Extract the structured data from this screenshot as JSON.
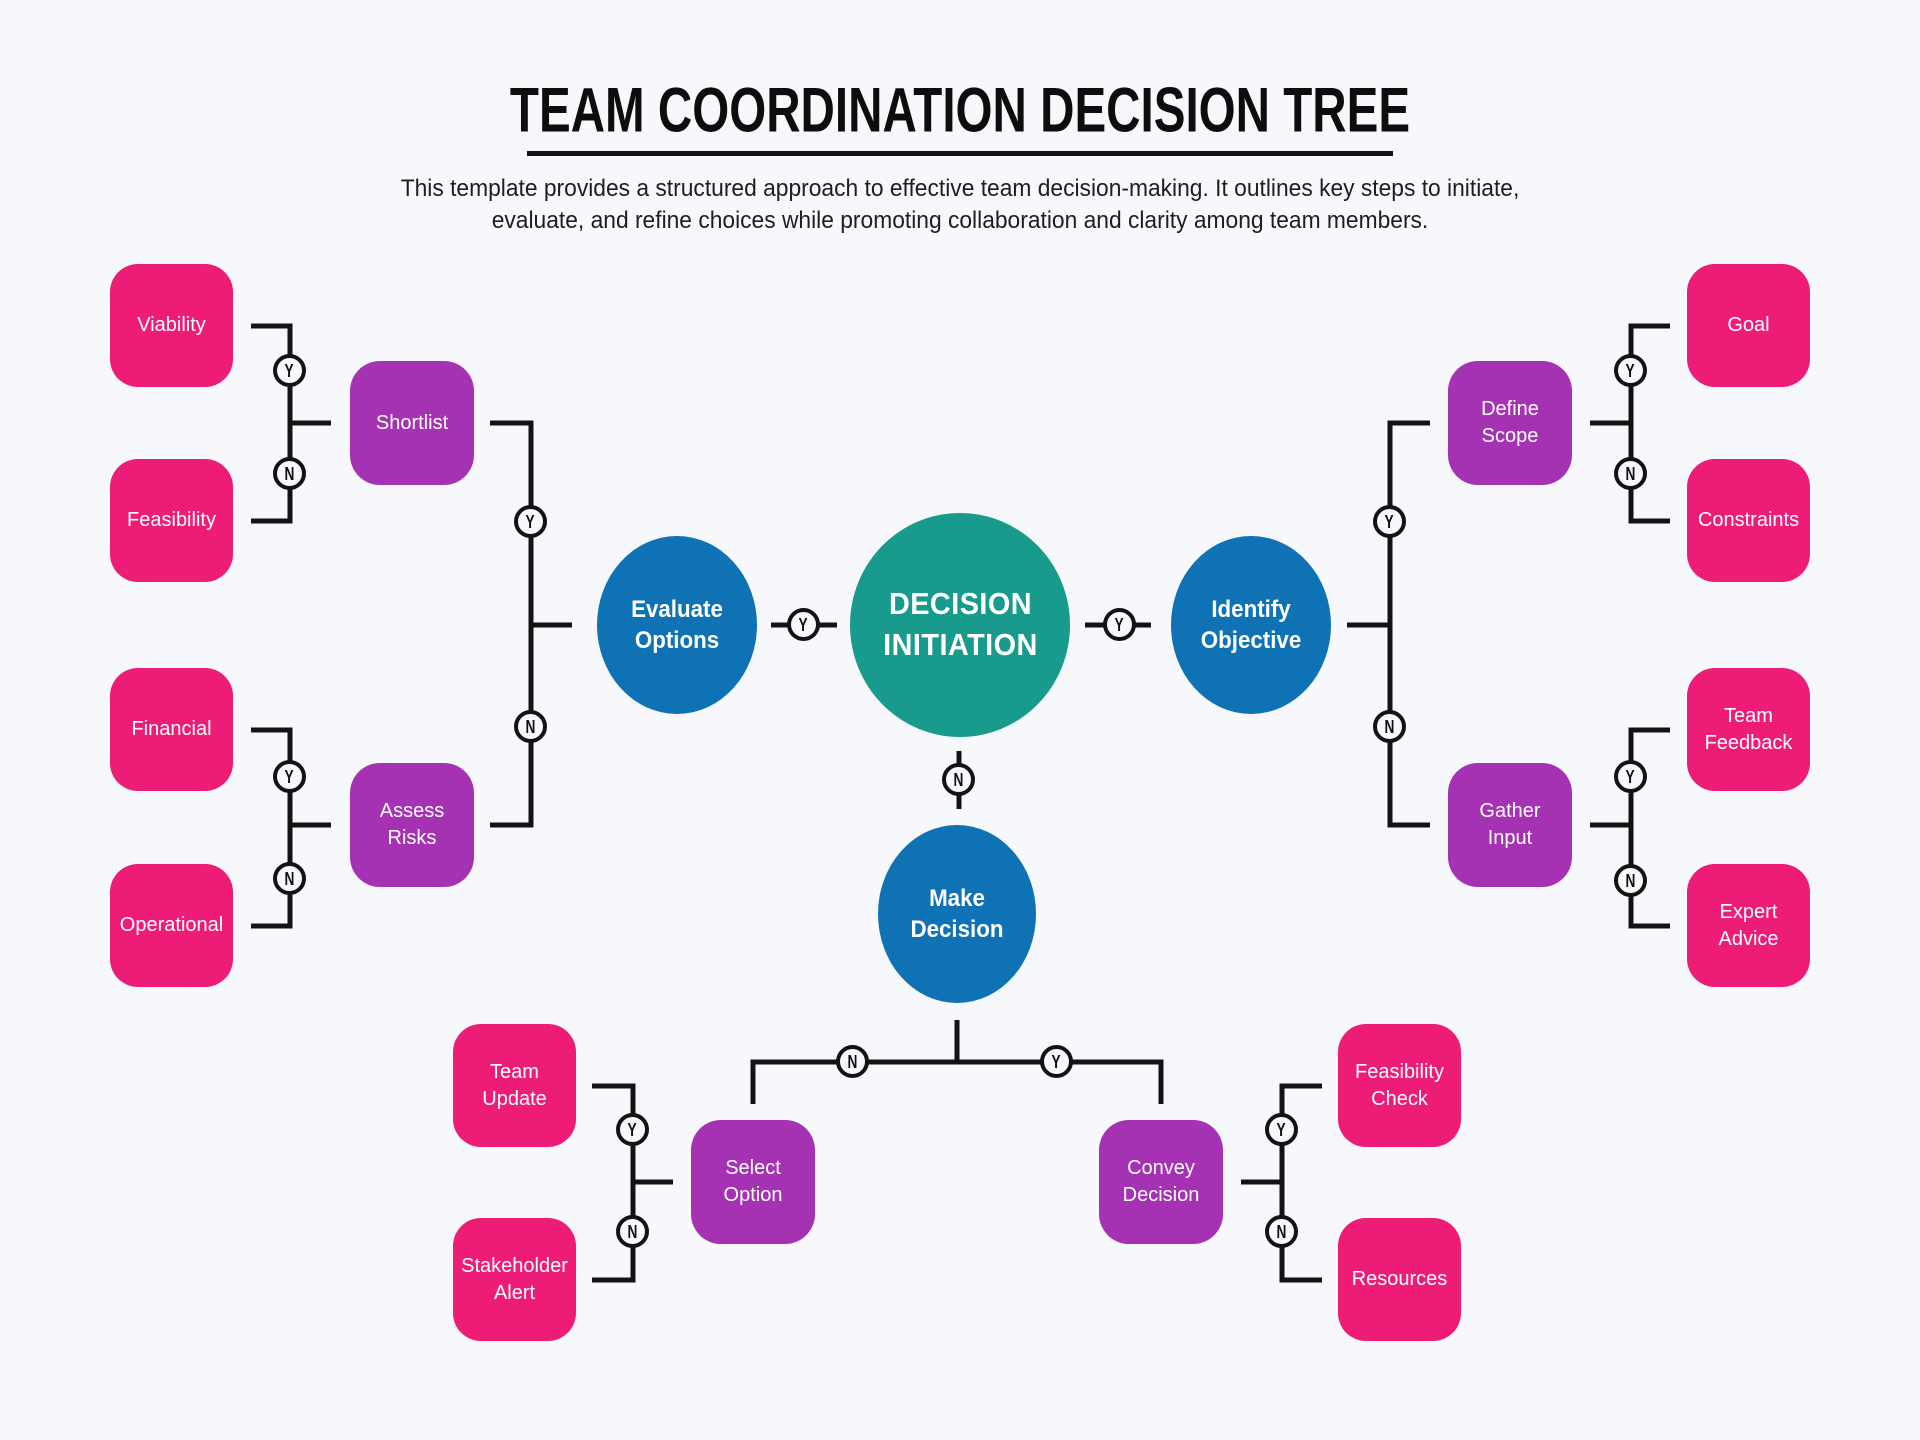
{
  "header": {
    "title": "TEAM COORDINATION DECISION TREE",
    "subtitle_line1": "This template provides a structured approach to effective team decision-making. It outlines key steps to initiate,",
    "subtitle_line2": "evaluate, and refine choices while promoting collaboration and clarity among team members."
  },
  "palette": {
    "background": "#F7F8FB",
    "pink": "#EC1C77",
    "purple": "#A532B3",
    "blue": "#0F72B4",
    "teal": "#189B8D",
    "line": "#131313",
    "text_light": "#FFFFFF",
    "text_dark": "#1C1C1C"
  },
  "nodes": {
    "decision_initiation": {
      "label": "DECISION INITIATION"
    },
    "evaluate_options": {
      "label": "Evaluate Options"
    },
    "identify_objective": {
      "label": "Identify Objective"
    },
    "make_decision": {
      "label": "Make Decision"
    },
    "shortlist": {
      "label": "Shortlist"
    },
    "assess_risks": {
      "label": "Assess Risks"
    },
    "define_scope": {
      "label": "Define Scope"
    },
    "gather_input": {
      "label": "Gather Input"
    },
    "select_option": {
      "label": "Select Option"
    },
    "convey_decision": {
      "label": "Convey Decision"
    },
    "viability": {
      "label": "Viability"
    },
    "feasibility": {
      "label": "Feasibility"
    },
    "financial": {
      "label": "Financial"
    },
    "operational": {
      "label": "Operational"
    },
    "goal": {
      "label": "Goal"
    },
    "constraints": {
      "label": "Constraints"
    },
    "team_feedback": {
      "label": "Team Feedback"
    },
    "expert_advice": {
      "label": "Expert Advice"
    },
    "team_update": {
      "label": "Team Update"
    },
    "stakeholder_alert": {
      "label": "Stakeholder Alert"
    },
    "feasibility_check": {
      "label": "Feasibility Check"
    },
    "resources": {
      "label": "Resources"
    }
  },
  "connectors": {
    "yes_label": "Y",
    "no_label": "N"
  }
}
